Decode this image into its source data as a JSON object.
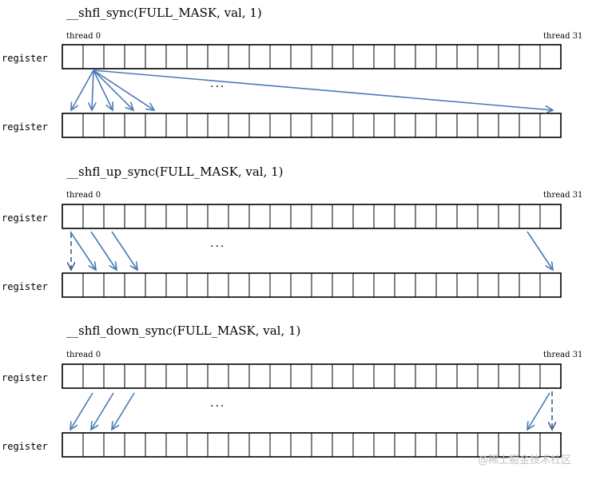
{
  "diagram": {
    "panels": [
      {
        "id": "shfl-sync",
        "title": "__shfl_sync(FULL_MASK, val, 1)",
        "thread_first": "thread 0",
        "thread_last": "thread 31",
        "register_top": "register",
        "register_bottom": "register",
        "ellipsis": "...",
        "mode": "broadcast",
        "source_lane": 1,
        "target_lanes": [
          0,
          1,
          2,
          3,
          4,
          23
        ],
        "dashed_lanes": []
      },
      {
        "id": "shfl-up-sync",
        "title": "__shfl_up_sync(FULL_MASK, val, 1)",
        "thread_first": "thread 0",
        "thread_last": "thread 31",
        "register_top": "register",
        "register_bottom": "register",
        "ellipsis": "...",
        "mode": "up",
        "shift_sources": [
          0,
          1,
          2,
          22
        ],
        "dashed_lanes": [
          0
        ]
      },
      {
        "id": "shfl-down-sync",
        "title": "__shfl_down_sync(FULL_MASK, val, 1)",
        "thread_first": "thread 0",
        "thread_last": "thread 31",
        "register_top": "register",
        "register_bottom": "register",
        "ellipsis": "...",
        "mode": "down",
        "shift_sources": [
          1,
          2,
          3,
          23
        ],
        "dashed_lanes": [
          23
        ]
      }
    ],
    "lanes_drawn": 24,
    "arrow_color": "#4a7ab8",
    "dashed_color": "#3c5f8f"
  },
  "watermark": "@稀土掘金技术社区"
}
